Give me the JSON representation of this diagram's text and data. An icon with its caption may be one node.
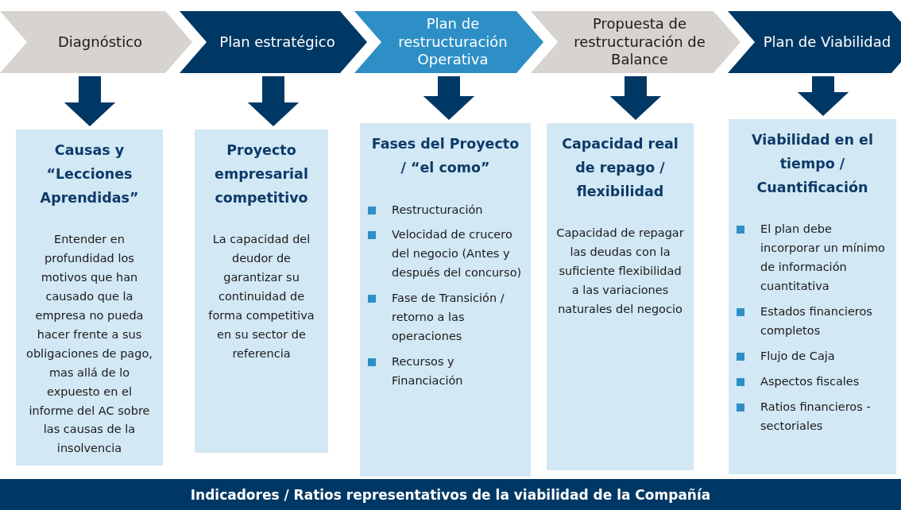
{
  "diagram": {
    "nodes": [
      {
        "text": [
          "Diagnóstico"
        ]
      },
      {
        "text": [
          "Plan estratégico"
        ]
      },
      {
        "text": [
          "Plan de restructuración Operativa"
        ]
      },
      {
        "text": [
          "Propuesta de restructuración de Balance"
        ]
      },
      {
        "text": [
          "Plan de Viabilidad"
        ]
      },
      {
        "text": [
          "Causas y “Lecciones Aprendidas”",
          "Entender en profundidad los motivos que han causado que la empresa no pueda hacer frente a sus obligaciones de pago, mas allá de lo expuesto en el informe del AC sobre las causas de la insolvencia"
        ]
      },
      {
        "text": [
          "Proyecto empresarial competitivo",
          "La capacidad del deudor de garantizar su continuidad de forma competitiva en su sector de referencia"
        ]
      },
      {
        "text": [
          "Fases del Proyecto / “el como”",
          "Restructuración",
          "Velocidad de crucero del negocio (Antes y después del concurso)",
          "Fase de Transición / retorno a las operaciones",
          "Recursos y Financiación"
        ]
      },
      {
        "text": [
          "Capacidad real de repago / flexibilidad",
          "Capacidad de repagar las deudas con la suficiente flexibilidad a las variaciones naturales del negocio"
        ]
      },
      {
        "text": [
          "Viabilidad en el tiempo / Cuantificación",
          "El plan debe incorporar un mínimo de información cuantitativa",
          "Estados financieros completos",
          "Flujo de Caja",
          "Aspectos fiscales",
          "Ratios financieros - sectoriales"
        ]
      },
      {
        "text": [
          "Indicadores / Ratios representativos de la viabilidad de la Compañía"
        ]
      }
    ],
    "edges": [
      {
        "from": 0,
        "to": 5,
        "arrow": "to",
        "style": "thick"
      },
      {
        "from": 1,
        "to": 6,
        "arrow": "to",
        "style": "thick"
      },
      {
        "from": 2,
        "to": 7,
        "arrow": "to",
        "style": "thick"
      },
      {
        "from": 3,
        "to": 8,
        "arrow": "to",
        "style": "thick"
      },
      {
        "from": 4,
        "to": 9,
        "arrow": "to",
        "style": "thick"
      }
    ]
  }
}
